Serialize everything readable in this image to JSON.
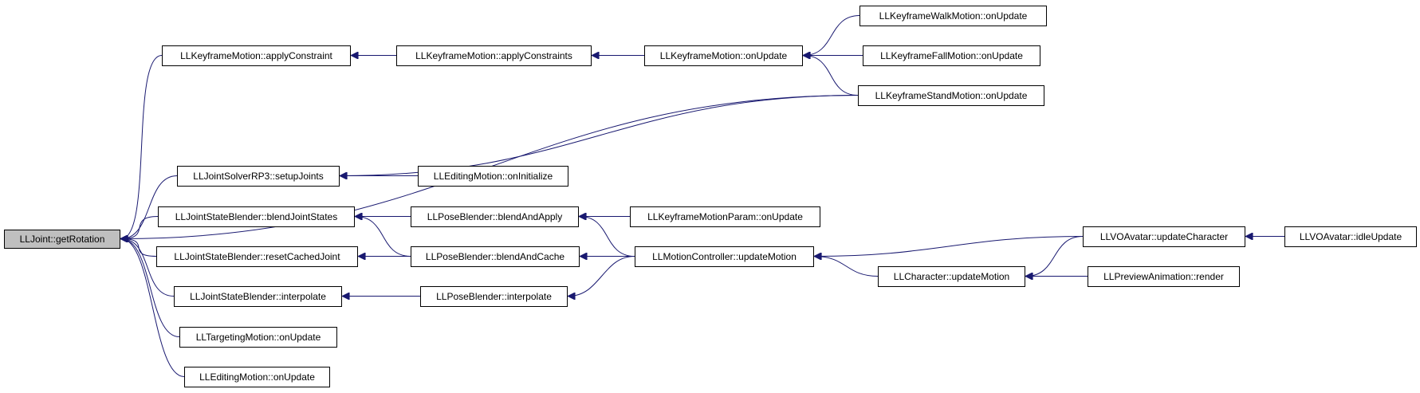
{
  "colors": {
    "edge": "#191970",
    "root_fill": "#bfbfbf",
    "node_fill": "#ffffff",
    "border": "#000000"
  },
  "nodes": [
    {
      "id": "root",
      "label": "LLJoint::getRotation",
      "root": true
    },
    {
      "id": "kmAC",
      "label": "LLKeyframeMotion::applyConstraint"
    },
    {
      "id": "kmACs",
      "label": "LLKeyframeMotion::applyConstraints"
    },
    {
      "id": "kmOU",
      "label": "LLKeyframeMotion::onUpdate"
    },
    {
      "id": "kwOU",
      "label": "LLKeyframeWalkMotion::onUpdate"
    },
    {
      "id": "kfOU",
      "label": "LLKeyframeFallMotion::onUpdate"
    },
    {
      "id": "ksOU",
      "label": "LLKeyframeStandMotion::onUpdate"
    },
    {
      "id": "jsSJ",
      "label": "LLJointSolverRP3::setupJoints"
    },
    {
      "id": "emOI",
      "label": "LLEditingMotion::onInitialize"
    },
    {
      "id": "jbBJ",
      "label": "LLJointStateBlender::blendJointStates"
    },
    {
      "id": "pbBA",
      "label": "LLPoseBlender::blendAndApply"
    },
    {
      "id": "kpOU",
      "label": "LLKeyframeMotionParam::onUpdate"
    },
    {
      "id": "jbRC",
      "label": "LLJointStateBlender::resetCachedJoint"
    },
    {
      "id": "pbBC",
      "label": "LLPoseBlender::blendAndCache"
    },
    {
      "id": "mcUM",
      "label": "LLMotionController::updateMotion"
    },
    {
      "id": "vaUC",
      "label": "LLVOAvatar::updateCharacter"
    },
    {
      "id": "vaIU",
      "label": "LLVOAvatar::idleUpdate"
    },
    {
      "id": "chUM",
      "label": "LLCharacter::updateMotion"
    },
    {
      "id": "paR",
      "label": "LLPreviewAnimation::render"
    },
    {
      "id": "jbI",
      "label": "LLJointStateBlender::interpolate"
    },
    {
      "id": "pbI",
      "label": "LLPoseBlender::interpolate"
    },
    {
      "id": "tmOU",
      "label": "LLTargetingMotion::onUpdate"
    },
    {
      "id": "emOU",
      "label": "LLEditingMotion::onUpdate"
    }
  ],
  "edges": [
    {
      "from": "kmAC",
      "to": "root"
    },
    {
      "from": "ksOU",
      "to": "root"
    },
    {
      "from": "jsSJ",
      "to": "root"
    },
    {
      "from": "jbBJ",
      "to": "root"
    },
    {
      "from": "jbRC",
      "to": "root"
    },
    {
      "from": "jbI",
      "to": "root"
    },
    {
      "from": "tmOU",
      "to": "root"
    },
    {
      "from": "emOU",
      "to": "root"
    },
    {
      "from": "kmACs",
      "to": "kmAC"
    },
    {
      "from": "kmOU",
      "to": "kmACs"
    },
    {
      "from": "kwOU",
      "to": "kmOU"
    },
    {
      "from": "kfOU",
      "to": "kmOU"
    },
    {
      "from": "ksOU",
      "to": "kmOU"
    },
    {
      "from": "ksOU",
      "to": "jsSJ"
    },
    {
      "from": "emOI",
      "to": "jsSJ"
    },
    {
      "from": "pbBA",
      "to": "jbBJ"
    },
    {
      "from": "pbBC",
      "to": "jbBJ"
    },
    {
      "from": "kpOU",
      "to": "pbBA"
    },
    {
      "from": "mcUM",
      "to": "pbBA"
    },
    {
      "from": "pbBC",
      "to": "jbRC"
    },
    {
      "from": "mcUM",
      "to": "pbBC"
    },
    {
      "from": "vaUC",
      "to": "mcUM"
    },
    {
      "from": "chUM",
      "to": "mcUM"
    },
    {
      "from": "vaIU",
      "to": "vaUC"
    },
    {
      "from": "vaUC",
      "to": "chUM"
    },
    {
      "from": "paR",
      "to": "chUM"
    },
    {
      "from": "pbI",
      "to": "jbI"
    },
    {
      "from": "mcUM",
      "to": "pbI"
    }
  ]
}
